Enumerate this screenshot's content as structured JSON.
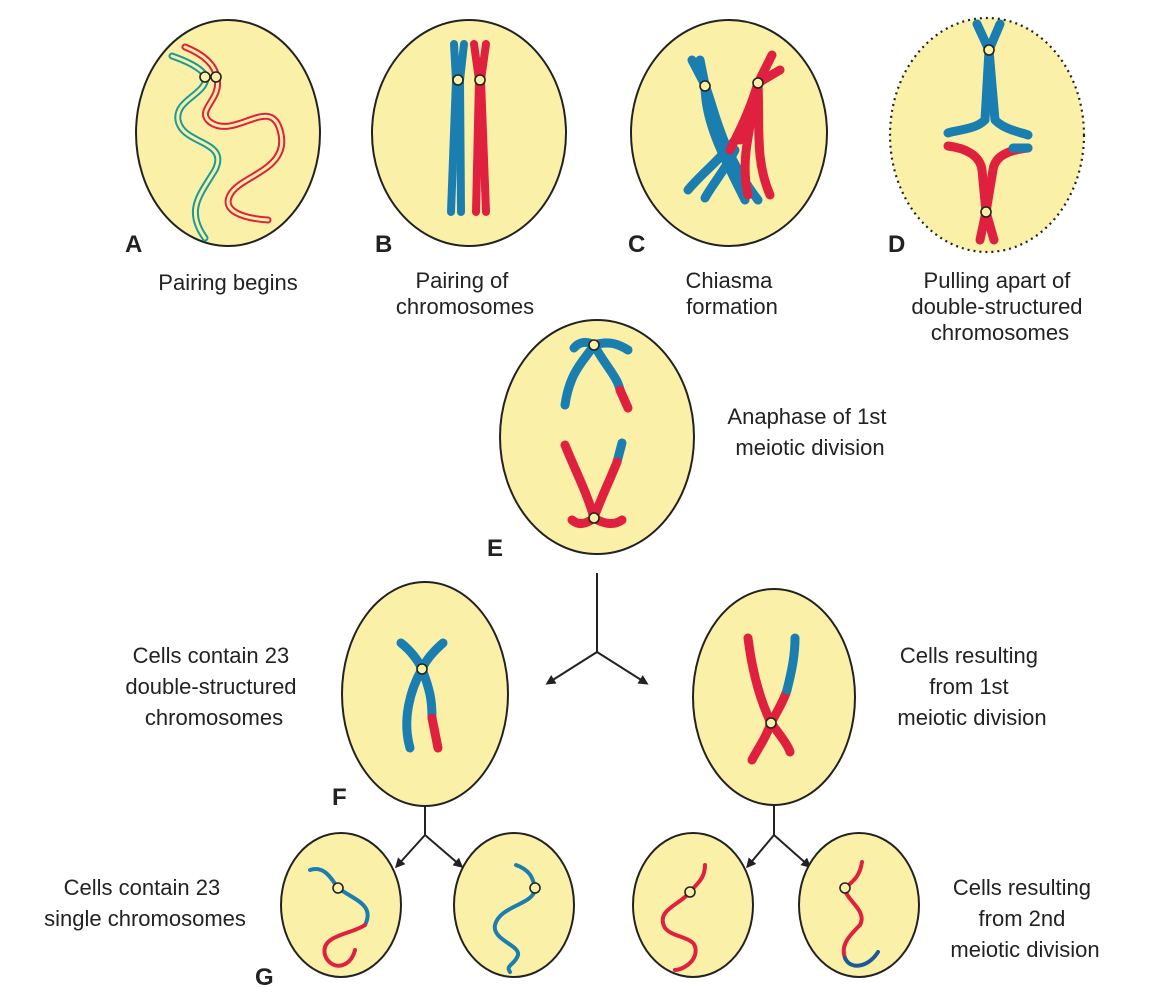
{
  "colors": {
    "cell_fill": "#fbf0a8",
    "paternal": "#1a7fb0",
    "maternal": "#e0203f",
    "outline": "#222222"
  },
  "panels": {
    "a": {
      "letter": "A",
      "caption": [
        "Pairing begins"
      ]
    },
    "b": {
      "letter": "B",
      "caption": [
        "Pairing of",
        "chromosomes"
      ]
    },
    "c": {
      "letter": "C",
      "caption": [
        "Chiasma",
        "formation"
      ]
    },
    "d": {
      "letter": "D",
      "caption": [
        "Pulling apart of",
        "double-structured",
        "chromosomes"
      ]
    },
    "e": {
      "letter": "E",
      "caption": [
        "Anaphase of 1st",
        "meiotic division"
      ]
    },
    "f": {
      "letter": "F",
      "caption": [
        "Cells contain 23",
        "double-structured",
        "chromosomes"
      ]
    },
    "f_right": {
      "caption": [
        "Cells resulting",
        "from 1st",
        "meiotic division"
      ]
    },
    "g": {
      "letter": "G",
      "caption": [
        "Cells contain 23",
        "single chromosomes"
      ]
    },
    "g_right": {
      "caption": [
        "Cells resulting",
        "from 2nd",
        "meiotic division"
      ]
    }
  }
}
